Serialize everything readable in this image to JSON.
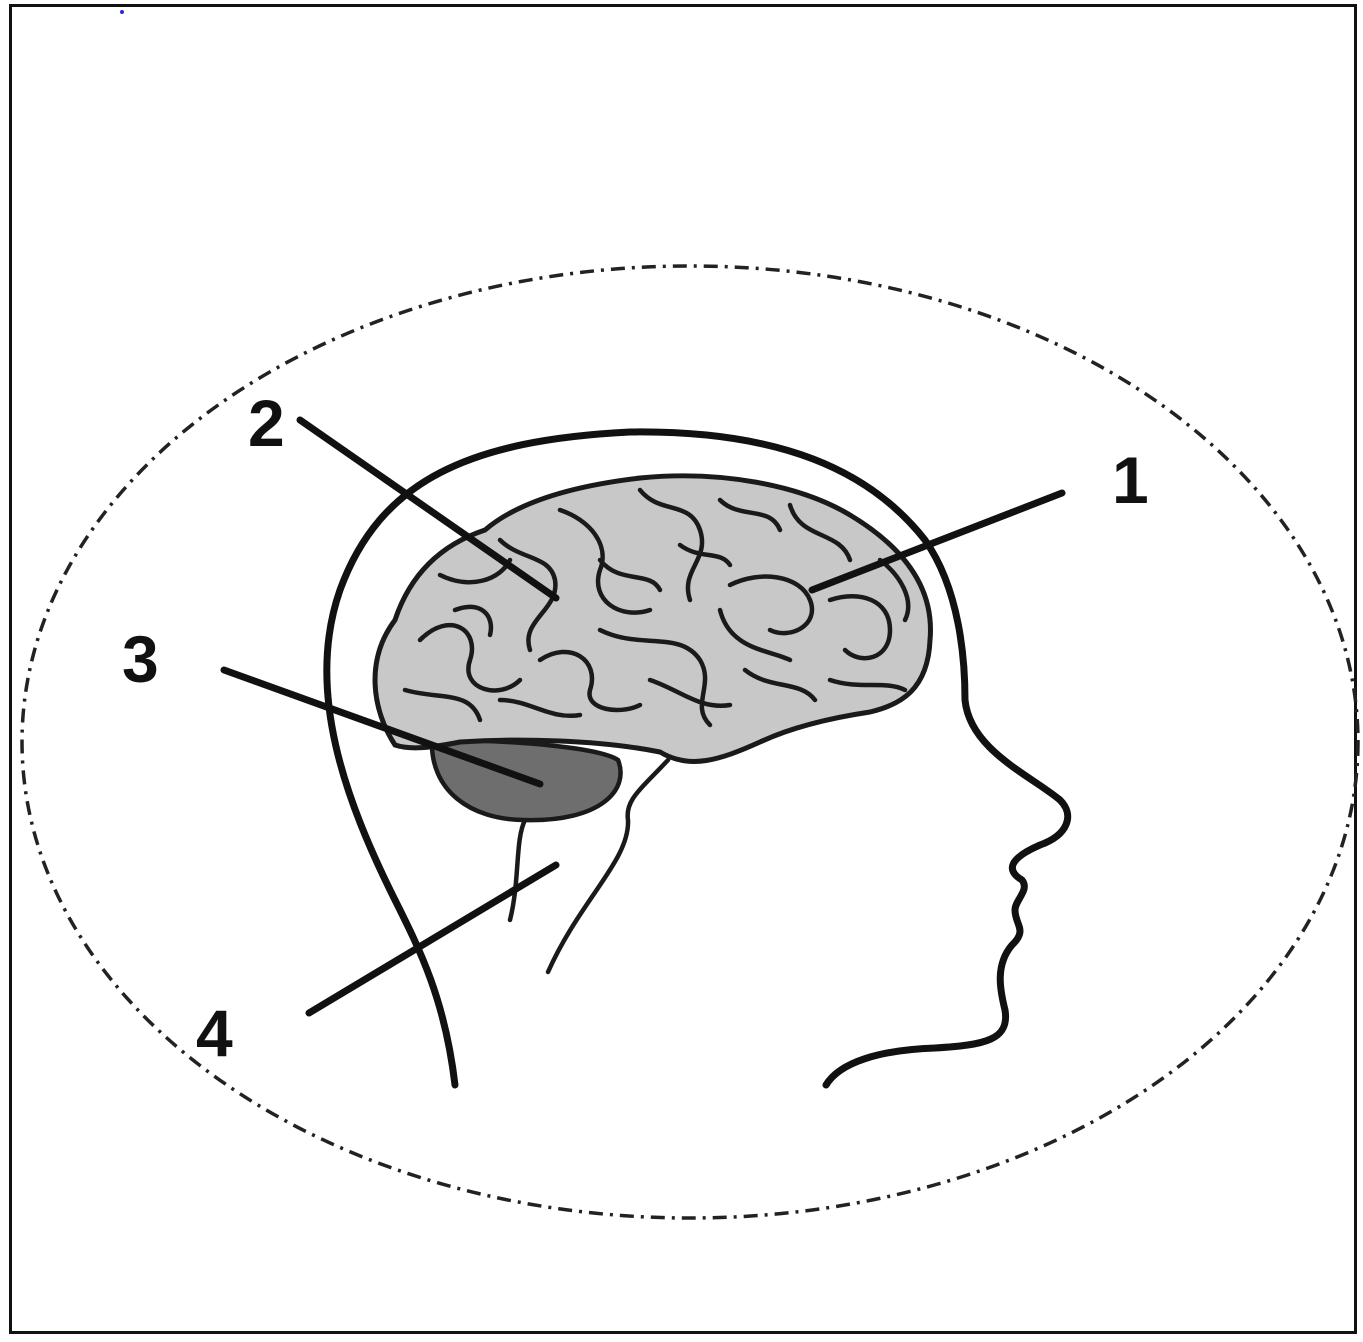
{
  "diagram": {
    "labels": [
      {
        "id": "1",
        "text": "1"
      },
      {
        "id": "2",
        "text": "2"
      },
      {
        "id": "3",
        "text": "3"
      },
      {
        "id": "4",
        "text": "4"
      }
    ],
    "colors": {
      "cerebrum_fill": "#c8c8c8",
      "cerebellum_fill": "#6e6e6e",
      "outline": "#111111",
      "frame_border": "#111111",
      "background": "#ffffff"
    },
    "icons": [
      "human-head-silhouette",
      "brain-illustration"
    ]
  }
}
